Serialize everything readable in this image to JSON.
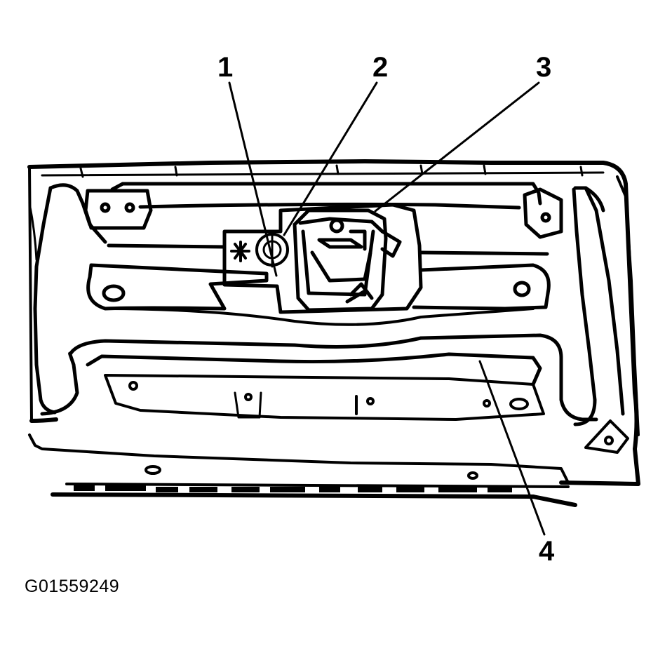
{
  "callouts": [
    {
      "id": "1",
      "label": "1"
    },
    {
      "id": "2",
      "label": "2"
    },
    {
      "id": "3",
      "label": "3"
    },
    {
      "id": "4",
      "label": "4"
    }
  ],
  "figure_id": "G01559249",
  "colors": {
    "ink": "#000000",
    "paper": "#ffffff"
  }
}
